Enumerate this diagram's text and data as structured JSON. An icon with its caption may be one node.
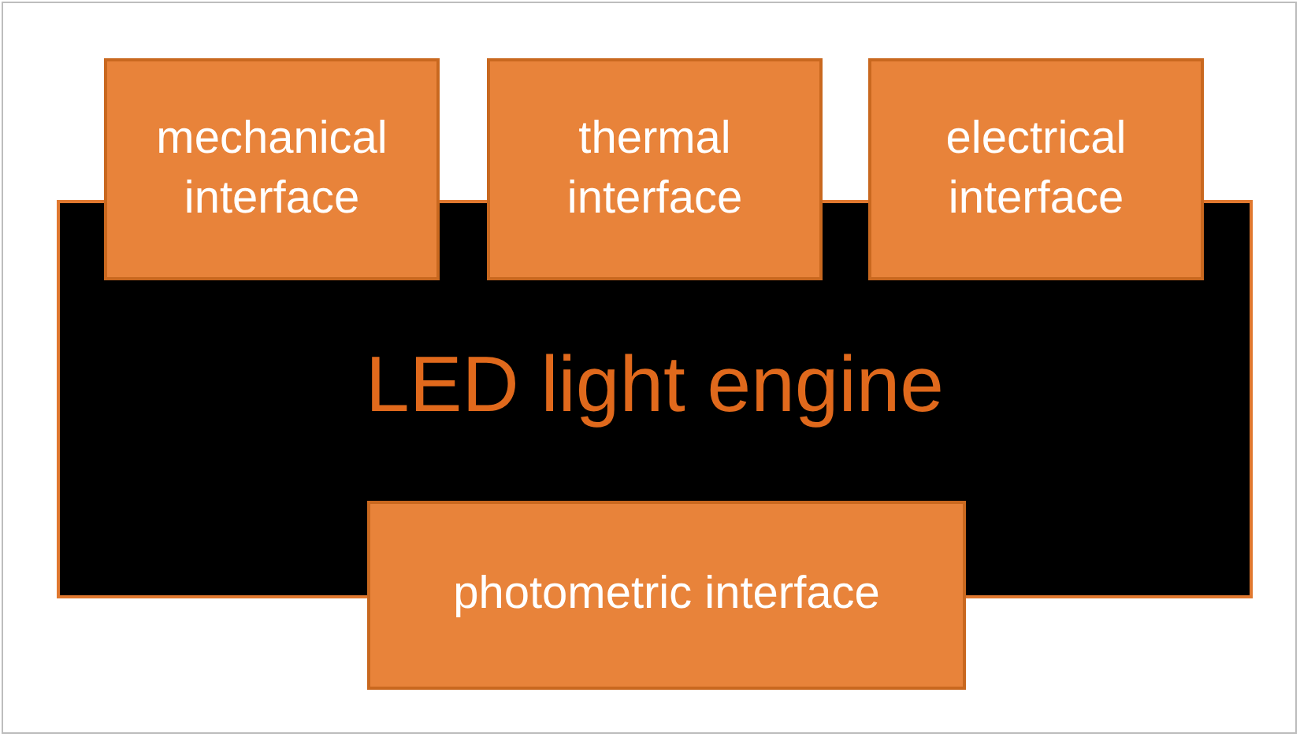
{
  "diagram": {
    "nodes": [
      {
        "text": [
          "mechanical interface"
        ]
      },
      {
        "text": [
          "thermal interface"
        ]
      },
      {
        "text": [
          "electrical interface"
        ]
      },
      {
        "text": [
          "LED light engine"
        ]
      },
      {
        "text": [
          "photometric interface"
        ]
      }
    ]
  }
}
